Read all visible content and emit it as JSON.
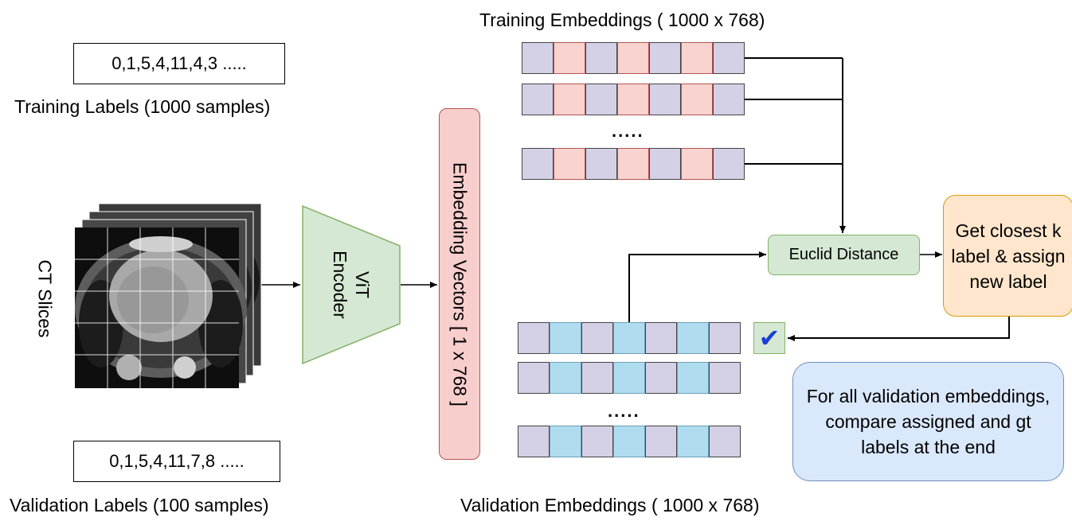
{
  "training_labels": {
    "values": "0,1,5,4,11,4,3 .....",
    "caption": "Training Labels (1000 samples)"
  },
  "validation_labels": {
    "values": "0,1,5,4,11,7,8 .....",
    "caption": "Validation Labels (100 samples)"
  },
  "ct_slices": {
    "label": "CT Slices"
  },
  "encoder": {
    "label": "ViT Encoder"
  },
  "embedding_vectors": {
    "label": "Embedding Vectors [ 1 x 768 ]"
  },
  "training_embeddings": {
    "caption": "Training Embeddings ( 1000 x 768)",
    "ellipsis": ".....",
    "cell_pattern": [
      "purple",
      "pink",
      "purple",
      "pink",
      "purple",
      "pink",
      "purple"
    ]
  },
  "validation_embeddings": {
    "caption": "Validation Embeddings ( 1000 x 768)",
    "ellipsis": ".....",
    "cell_pattern": [
      "purple",
      "blue",
      "purple",
      "blue",
      "purple",
      "blue",
      "purple"
    ]
  },
  "euclid": {
    "label": "Euclid Distance"
  },
  "closest": {
    "label": "Get closest k label & assign new label"
  },
  "check": {
    "symbol": "✔"
  },
  "compare": {
    "label": "For all validation embeddings, compare assigned and gt labels at the end"
  },
  "colors": {
    "purple": "#d4d0e6",
    "pink": "#f8d3d0",
    "blue": "#b0dcf0",
    "green": "#d5e8d4",
    "orange": "#ffe6cc",
    "light_blue": "#dae8fc",
    "red_bar": "#f8cecc"
  }
}
